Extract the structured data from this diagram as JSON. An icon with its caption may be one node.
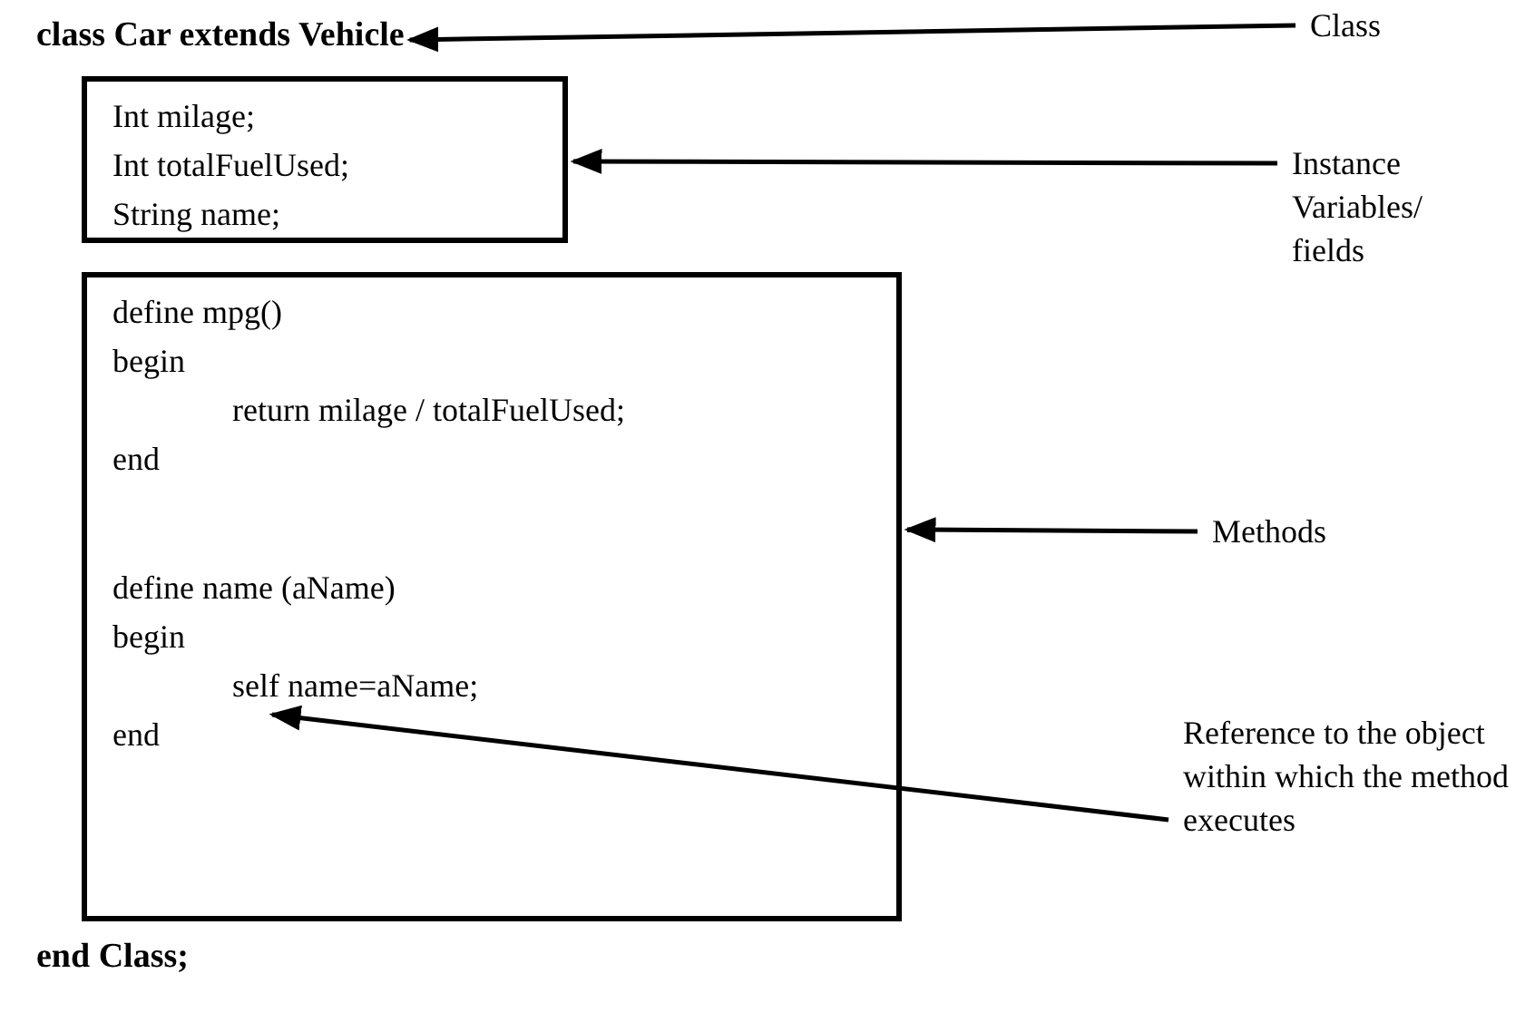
{
  "diagram": {
    "nodes": [
      {
        "text": [
          "class Car extends Vehicle"
        ]
      },
      {
        "text": [
          "Class"
        ]
      },
      {
        "text": [
          "Int milage;",
          "Int totalFuelUsed;",
          "String name;"
        ]
      },
      {
        "text": [
          "Instance Variables/ fields"
        ]
      },
      {
        "text": [
          "define mpg()",
          "begin",
          "return milage / totalFuelUsed;",
          "end",
          "define name (aName)",
          "begin",
          "self name=aName;",
          "end"
        ]
      },
      {
        "text": [
          "Methods"
        ]
      },
      {
        "text": [
          "Reference to the object within which the method executes"
        ]
      }
    ],
    "edges": [
      {
        "from": 1,
        "to": 0,
        "arrow": "to"
      },
      {
        "from": 3,
        "to": 2,
        "arrow": "to"
      },
      {
        "from": 5,
        "to": 4,
        "arrow": "to"
      },
      {
        "from": 6,
        "to": 4,
        "arrow": "to"
      }
    ],
    "labels": [
      "end Class;"
    ]
  }
}
